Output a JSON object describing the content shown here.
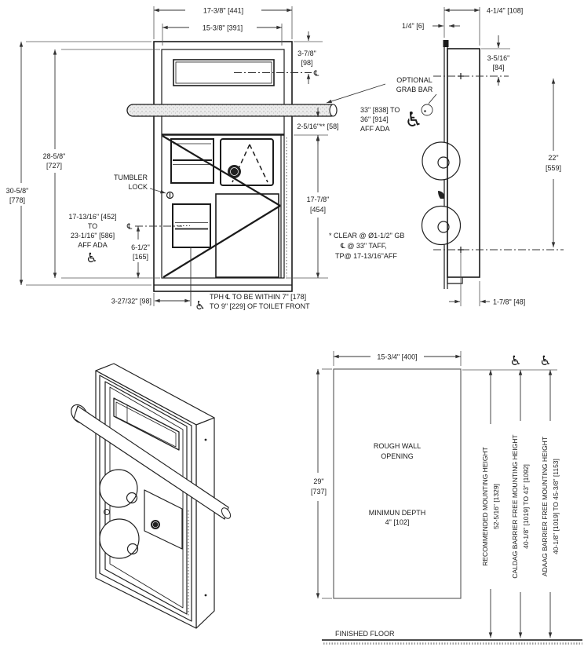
{
  "title": "Recessed toilet accessory with grab bar - specification drawing",
  "accent": "#1b1b1b",
  "icons": {
    "wheelchair": "♿",
    "centerline": "℄"
  },
  "front": {
    "dim_w_outer": "17-3/8\" [441]",
    "dim_w_inner": "15-3/8\" [391]",
    "dim_slot_1": "3-7/8\"",
    "dim_slot_2": "[98]",
    "dim_h_outer_1": "30-5/8\"",
    "dim_h_outer_2": "[778]",
    "dim_h_inner_1": "28-5/8\"",
    "dim_h_inner_2": "[727]",
    "lock_label_1": "TUMBLER",
    "lock_label_2": "LOCK",
    "tp_height_1": "17-13/16\" [452]",
    "tp_height_2": "TO",
    "tp_height_3": "23-1/16\" [586]",
    "tp_height_4": "AFF ADA",
    "dim_tp_bottom_1": "6-1/2\"",
    "dim_tp_bottom_2": "[165]",
    "dim_bar_gap": "2-5/16\"** [58]",
    "dim_lower_h_1": "17-7/8\"",
    "dim_lower_h_2": "[454]",
    "dim_tph_offset": "3-27/32\" [98]",
    "tph_note_1": "TPH ℄ TO BE WITHIN 7\" [178]",
    "tph_note_2": "TO 9\" [229]  OF TOILET FRONT",
    "grab_label_1": "OPTIONAL",
    "grab_label_2": "GRAB BAR",
    "grab_height_1": "33\" [838] TO",
    "grab_height_2": "36\" [914]",
    "grab_height_3": "AFF ADA"
  },
  "side": {
    "dim_depth": "4-1/4\" [108]",
    "dim_flange": "1/4\" [6]",
    "dim_top_cl_1": "3-5/16\"",
    "dim_top_cl_2": "[84]",
    "dim_cl_span_1": "22\"",
    "dim_cl_span_2": "[559]",
    "dim_back": "1-7/8\" [48]",
    "note_1": "* CLEAR @ Ø1-1/2\" GB",
    "note_2": "℄ @ 33\" TAFF,",
    "note_3": "TP@ 17-13/16\"AFF"
  },
  "rough": {
    "dim_w": "15-3/4\" [400]",
    "dim_h_1": "29\"",
    "dim_h_2": "[737]",
    "label_1": "ROUGH WALL",
    "label_2": "OPENING",
    "depth_1": "MINIMUN DEPTH",
    "depth_2": "4\" [102]",
    "mount_recommended_label": "RECOMMENDED MOUNTING HEIGHT",
    "mount_recommended_value": "52-5/16\" [1329]",
    "mount_caldag_label": "CALDAG BARRIER FREE MOUNTING HEIGHT",
    "mount_caldag_value": "40-1/8\" [1019] TO 43\" [1092]",
    "mount_adaag_label": "ADAAG BARRIER FREE  MOUNTING HEIGHT",
    "mount_adaag_value": "40-1/8\" [1019] TO 45-3/8\" [1153]",
    "floor_label": "FINISHED FLOOR"
  }
}
